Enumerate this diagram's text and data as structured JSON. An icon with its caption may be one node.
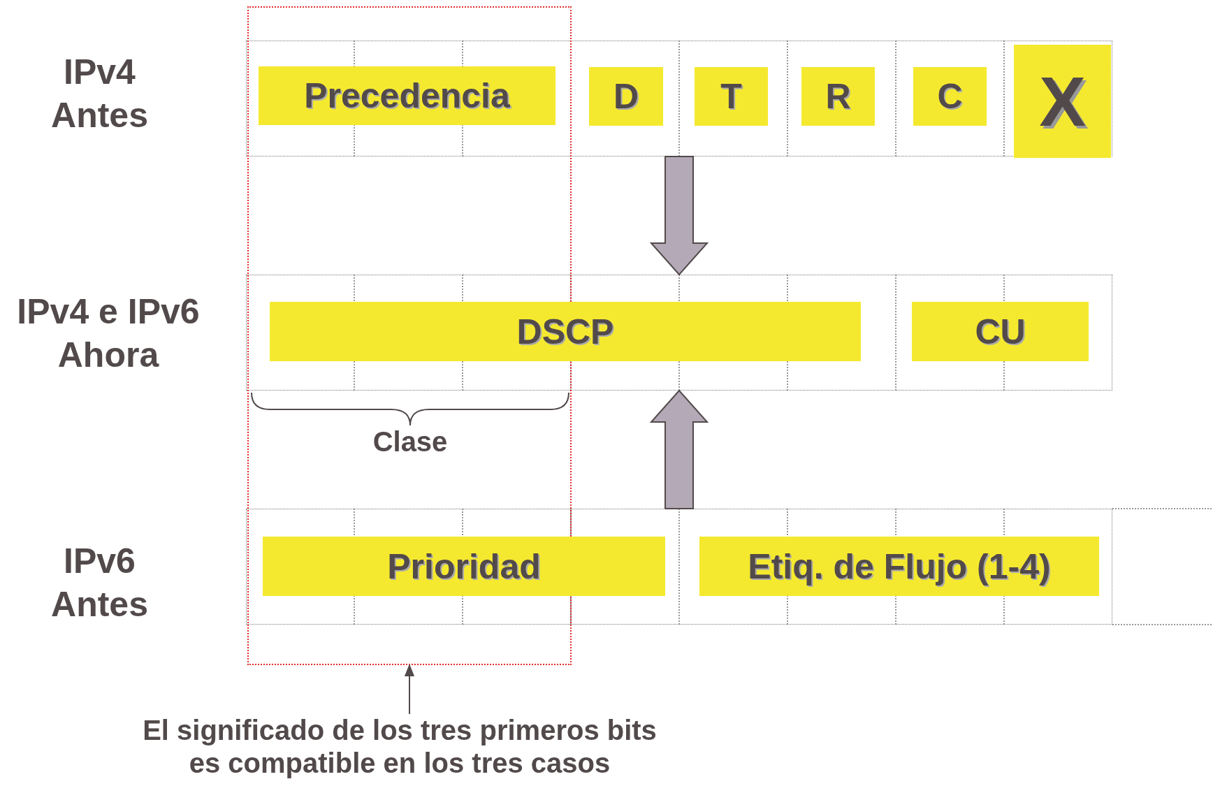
{
  "diagram": {
    "nodes": [
      {
        "text": [],
        "shape": "box",
        "beside": [
          "IPv4 Antes"
        ]
      },
      {
        "text": [
          "Precedencia"
        ]
      },
      {
        "text": [
          "D"
        ],
        "in": 0
      },
      {
        "text": [
          "T"
        ],
        "in": 0
      },
      {
        "text": [
          "R"
        ],
        "in": 0
      },
      {
        "text": [
          "C"
        ],
        "in": 0
      },
      {
        "text": [
          "X"
        ],
        "in": 0
      },
      {
        "text": [],
        "shape": "box",
        "beside": [
          "IPv4 e IPv6 Ahora"
        ]
      },
      {
        "text": [
          "DSCP"
        ],
        "in": 7
      },
      {
        "text": [
          "CU"
        ],
        "in": 7
      },
      {
        "text": [],
        "shape": "box",
        "beside": [
          "IPv6 Antes"
        ]
      },
      {
        "text": [
          "Prioridad"
        ],
        "in": 10
      },
      {
        "text": [
          "Etiq. de Flujo (1-4)"
        ],
        "in": 10
      },
      {
        "text": [],
        "shape": "box"
      },
      {
        "text": [
          "El significado de los tres primeros bits es compatible en los tres casos"
        ]
      }
    ],
    "edges": [
      {
        "from": 0,
        "to": 7,
        "arrow": "to"
      },
      {
        "from": 10,
        "to": 7,
        "arrow": "to"
      },
      {
        "from": 14,
        "to": 13,
        "arrow": "to"
      }
    ],
    "labels": [
      "Clase"
    ]
  }
}
